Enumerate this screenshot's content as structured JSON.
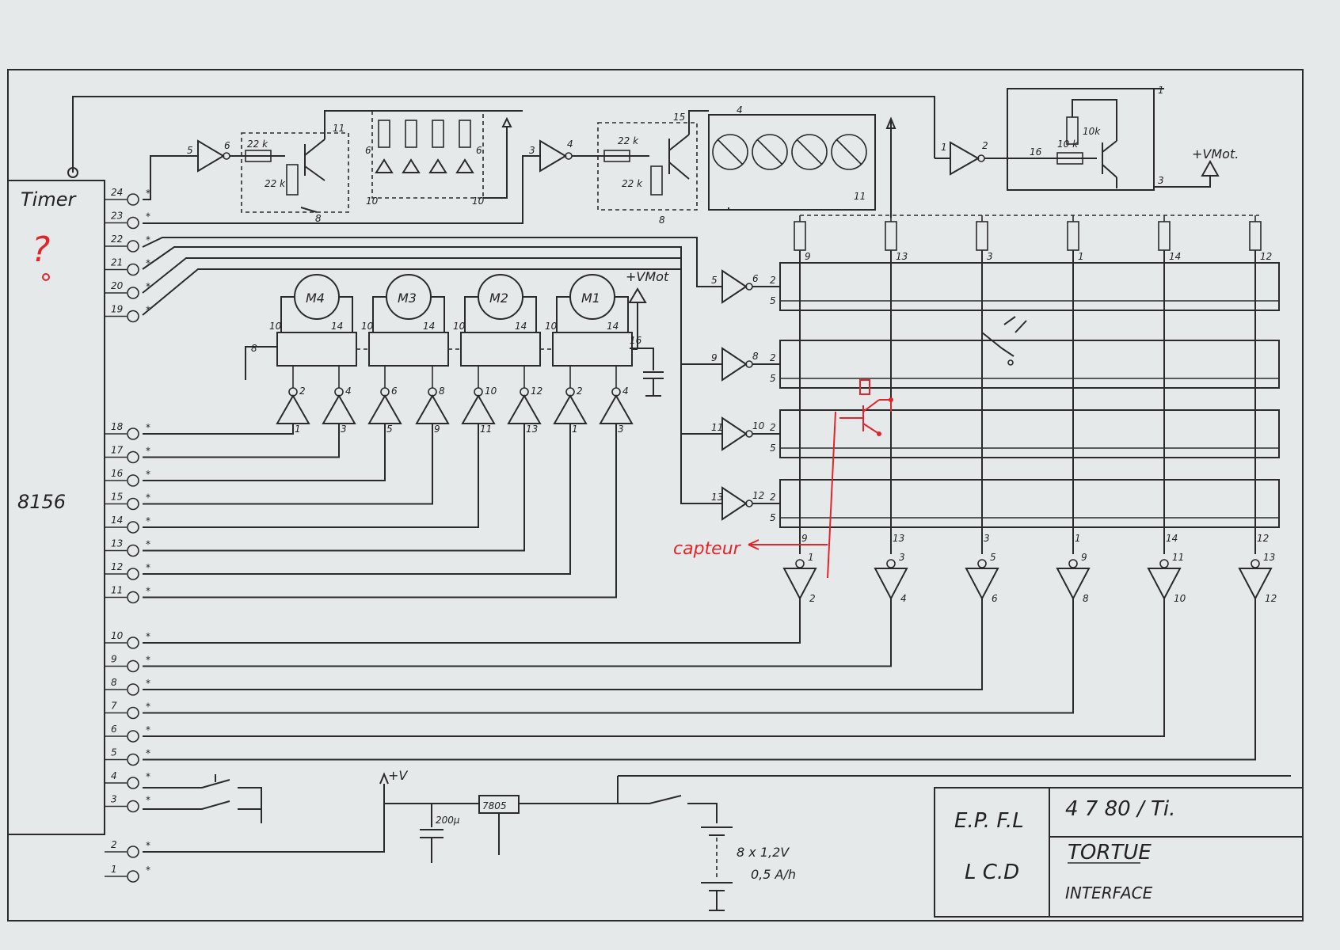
{
  "chip": {
    "label_timer": "Timer",
    "label_part": "8156",
    "question_mark": "?"
  },
  "left_pins_top": [
    "24",
    "23",
    "22",
    "21",
    "20",
    "19"
  ],
  "left_pins_mid": [
    "18",
    "17",
    "16",
    "15",
    "14",
    "13",
    "12",
    "11"
  ],
  "left_pins_low": [
    "10",
    "9",
    "8",
    "7",
    "6",
    "5",
    "4",
    "3"
  ],
  "left_pins_supply": [
    "2",
    "1"
  ],
  "resistor_labels": {
    "r1": "22 k",
    "r2": "22 k",
    "r3": "22 k",
    "r4": "22 k",
    "r5": "10 k",
    "r6": "10k"
  },
  "motors": [
    "M4",
    "M3",
    "M2",
    "M1"
  ],
  "supply": {
    "vmot1": "+VMot",
    "vmot2": "+VMot.",
    "vplus": "+V",
    "regulator": "7805",
    "cap": "200μ",
    "battery1": "8 x 1,2V",
    "battery2": "0,5 A/h"
  },
  "annotation": {
    "red_text": "capteur"
  },
  "title_block": {
    "org1": "E.P. F.L",
    "org2": "L C.D",
    "number": "4 7 80 / Ti.",
    "title": "TORTUE",
    "subtitle": "INTERFACE"
  }
}
